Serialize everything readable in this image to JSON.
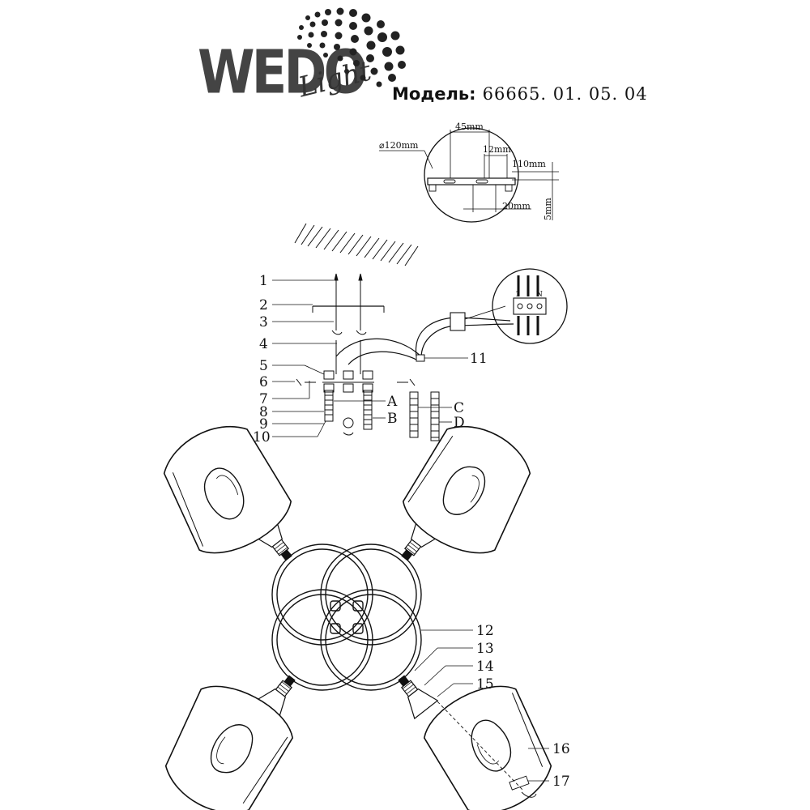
{
  "brand": {
    "name": "WEDO",
    "sub": "Light"
  },
  "model": {
    "label": "Модель:",
    "number": "66665. 01. 05. 04"
  },
  "dimensions": {
    "diameter": "⌀120mm",
    "spacing": "45mm",
    "slot": "12mm",
    "width": "110mm",
    "offset": "20mm",
    "thickness": "5mm"
  },
  "terminal": {
    "pin1": "1",
    "pinN": "N"
  },
  "part_numbers": [
    "1",
    "2",
    "3",
    "4",
    "5",
    "6",
    "7",
    "8",
    "9",
    "10",
    "11",
    "12",
    "13",
    "14",
    "15",
    "16",
    "17"
  ],
  "part_letters": [
    "A",
    "B",
    "C",
    "D"
  ]
}
